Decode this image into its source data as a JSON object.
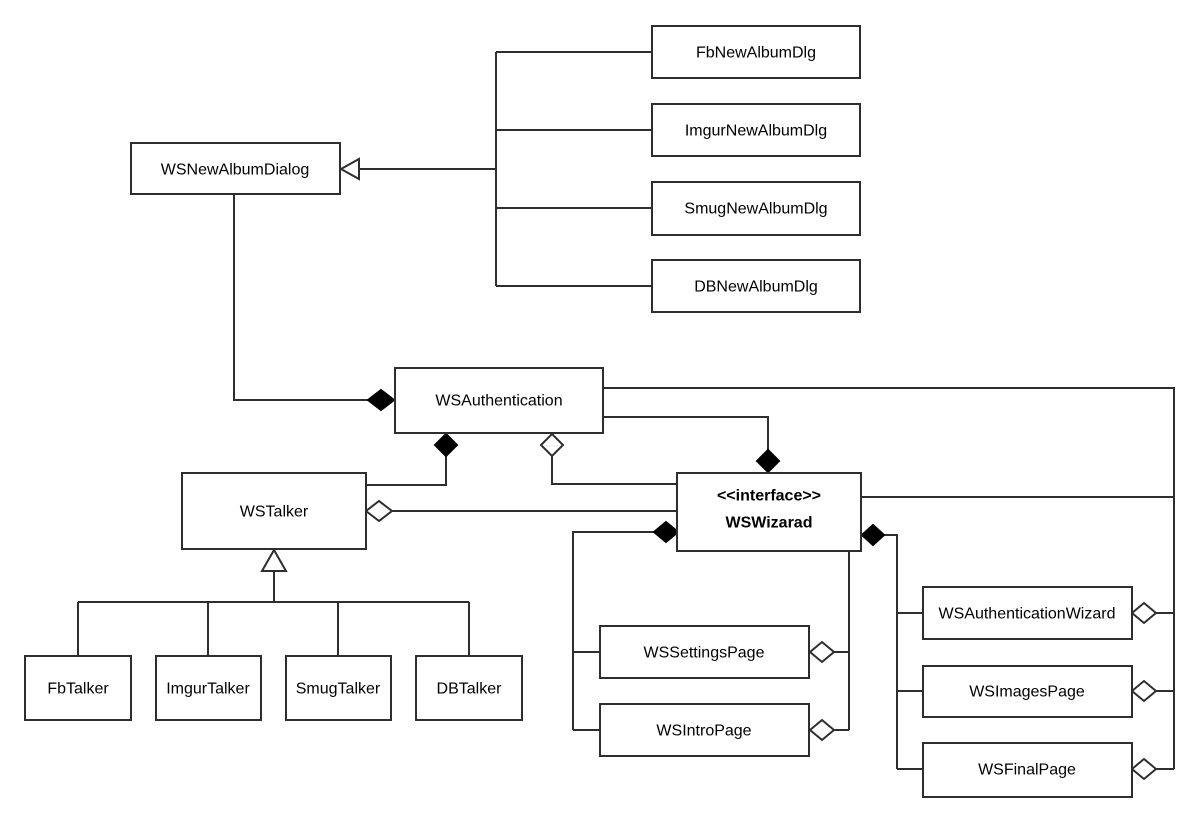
{
  "diagram": {
    "kind": "uml-class-diagram",
    "colors": {
      "background": "#ffffff",
      "line": "#2e2e2e",
      "box_fill": "#ffffff",
      "box_border": "#2e2e2e",
      "text": "#000000",
      "filled_diamond": "#000000"
    },
    "nodes": {
      "ws_new_album_dialog": {
        "label": "WSNewAlbumDialog"
      },
      "fb_new_album_dlg": {
        "label": "FbNewAlbumDlg"
      },
      "imgur_new_album_dlg": {
        "label": "ImgurNewAlbumDlg"
      },
      "smug_new_album_dlg": {
        "label": "SmugNewAlbumDlg"
      },
      "db_new_album_dlg": {
        "label": "DBNewAlbumDlg"
      },
      "ws_authentication": {
        "label": "WSAuthentication"
      },
      "ws_talker": {
        "label": "WSTalker"
      },
      "ws_wizarad": {
        "stereotype": "<<interface>>",
        "label": "WSWizarad"
      },
      "fb_talker": {
        "label": "FbTalker"
      },
      "imgur_talker": {
        "label": "ImgurTalker"
      },
      "smug_talker": {
        "label": "SmugTalker"
      },
      "db_talker": {
        "label": "DBTalker"
      },
      "ws_settings_page": {
        "label": "WSSettingsPage"
      },
      "ws_intro_page": {
        "label": "WSIntroPage"
      },
      "ws_authentication_wizard": {
        "label": "WSAuthenticationWizard"
      },
      "ws_images_page": {
        "label": "WSImagesPage"
      },
      "ws_final_page": {
        "label": "WSFinalPage"
      }
    },
    "relationships": [
      {
        "type": "generalization",
        "from": [
          "FbNewAlbumDlg",
          "ImgurNewAlbumDlg",
          "SmugNewAlbumDlg",
          "DBNewAlbumDlg"
        ],
        "to": "WSNewAlbumDialog"
      },
      {
        "type": "generalization",
        "from": [
          "FbTalker",
          "ImgurTalker",
          "SmugTalker",
          "DBTalker"
        ],
        "to": "WSTalker"
      },
      {
        "type": "composition",
        "diamond_at": "WSAuthentication",
        "other_end": "WSNewAlbumDialog"
      },
      {
        "type": "composition",
        "diamond_at": "WSAuthentication",
        "other_end": "WSTalker"
      },
      {
        "type": "aggregation",
        "diamond_at": "WSAuthentication",
        "other_end": "WSWizarad"
      },
      {
        "type": "composition",
        "diamond_at": "WSWizarad",
        "other_end": "WSAuthentication"
      },
      {
        "type": "aggregation",
        "diamond_at": "WSTalker",
        "other_end": "WSWizarad"
      },
      {
        "type": "composition",
        "diamond_at": "WSWizarad",
        "other_end": [
          "WSSettingsPage",
          "WSIntroPage"
        ]
      },
      {
        "type": "composition",
        "diamond_at": "WSWizarad",
        "other_end": [
          "WSAuthenticationWizard",
          "WSImagesPage",
          "WSFinalPage"
        ]
      },
      {
        "type": "aggregation",
        "diamond_at": "WSSettingsPage",
        "other_end": "WSWizarad"
      },
      {
        "type": "aggregation",
        "diamond_at": "WSIntroPage",
        "other_end": "WSWizarad"
      },
      {
        "type": "aggregation",
        "diamond_at": "WSAuthenticationWizard",
        "other_end": "WSAuthentication / WSWizarad"
      },
      {
        "type": "aggregation",
        "diamond_at": "WSImagesPage",
        "other_end": "WSAuthentication / WSWizarad"
      },
      {
        "type": "aggregation",
        "diamond_at": "WSFinalPage",
        "other_end": "WSAuthentication / WSWizarad"
      }
    ]
  }
}
